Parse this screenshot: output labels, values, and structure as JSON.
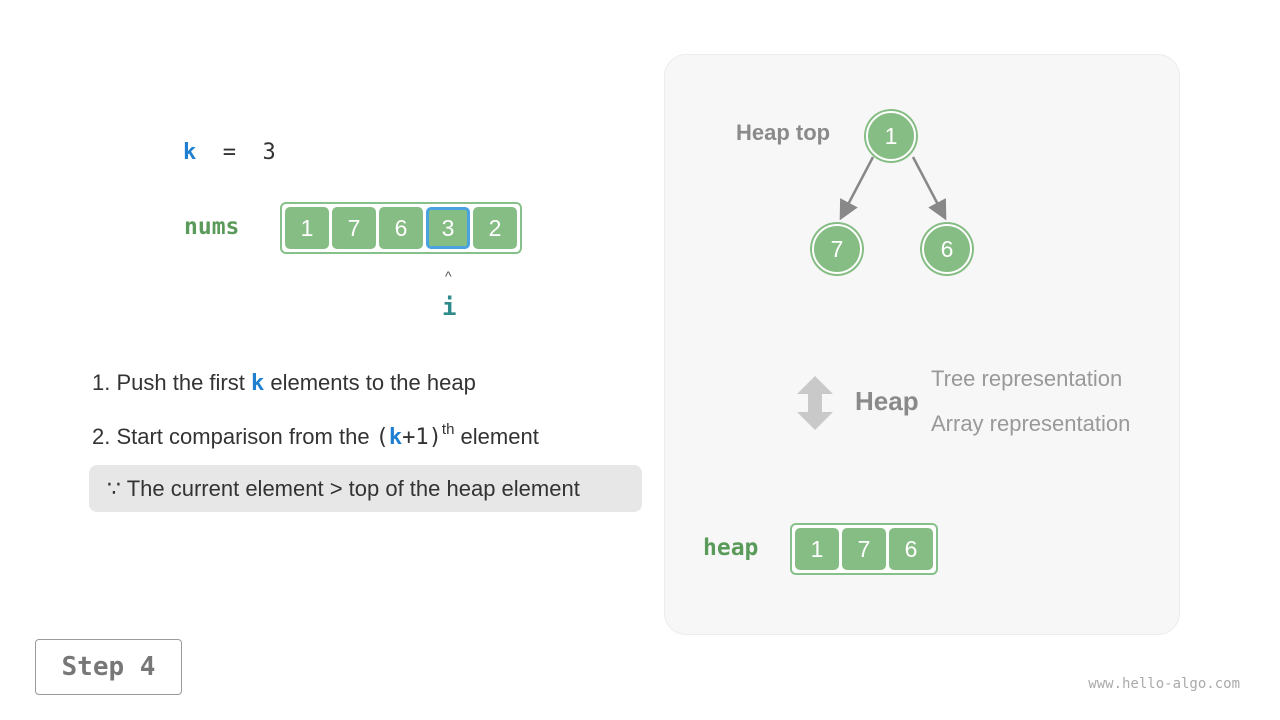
{
  "k_line": {
    "var": "k",
    "op": "=",
    "value": "3"
  },
  "nums": {
    "label": "nums",
    "values": [
      "1",
      "7",
      "6",
      "3",
      "2"
    ],
    "highlight_index": 3
  },
  "pointer": {
    "arrow": "^",
    "label": "i"
  },
  "steps": {
    "step1": {
      "before": "1. Push the first ",
      "k": "k",
      "after": " elements to the heap"
    },
    "step2": {
      "before": "2. Start comparison from the ",
      "open": "(",
      "k": "k",
      "plus": "+1",
      "close": ")",
      "sup": "th",
      "after": " element"
    },
    "condition": "∵ The current element > top of the heap element"
  },
  "tree": {
    "heap_top_label": "Heap top",
    "nodes": {
      "root": "1",
      "left": "7",
      "right": "6"
    }
  },
  "heap_legend": {
    "word": "Heap",
    "tree_repr": "Tree representation",
    "array_repr": "Array representation",
    "icon": "double-arrow-icon"
  },
  "heap_array": {
    "label": "heap",
    "values": [
      "1",
      "7",
      "6"
    ]
  },
  "step_badge": "Step 4",
  "site": "www.hello-algo.com",
  "colors": {
    "node_green": "#86bd84",
    "highlight_blue": "#4aa3e0",
    "k_blue": "#1f7fd0",
    "label_green": "#5a9a5a",
    "pointer_teal": "#2e8b8b"
  }
}
